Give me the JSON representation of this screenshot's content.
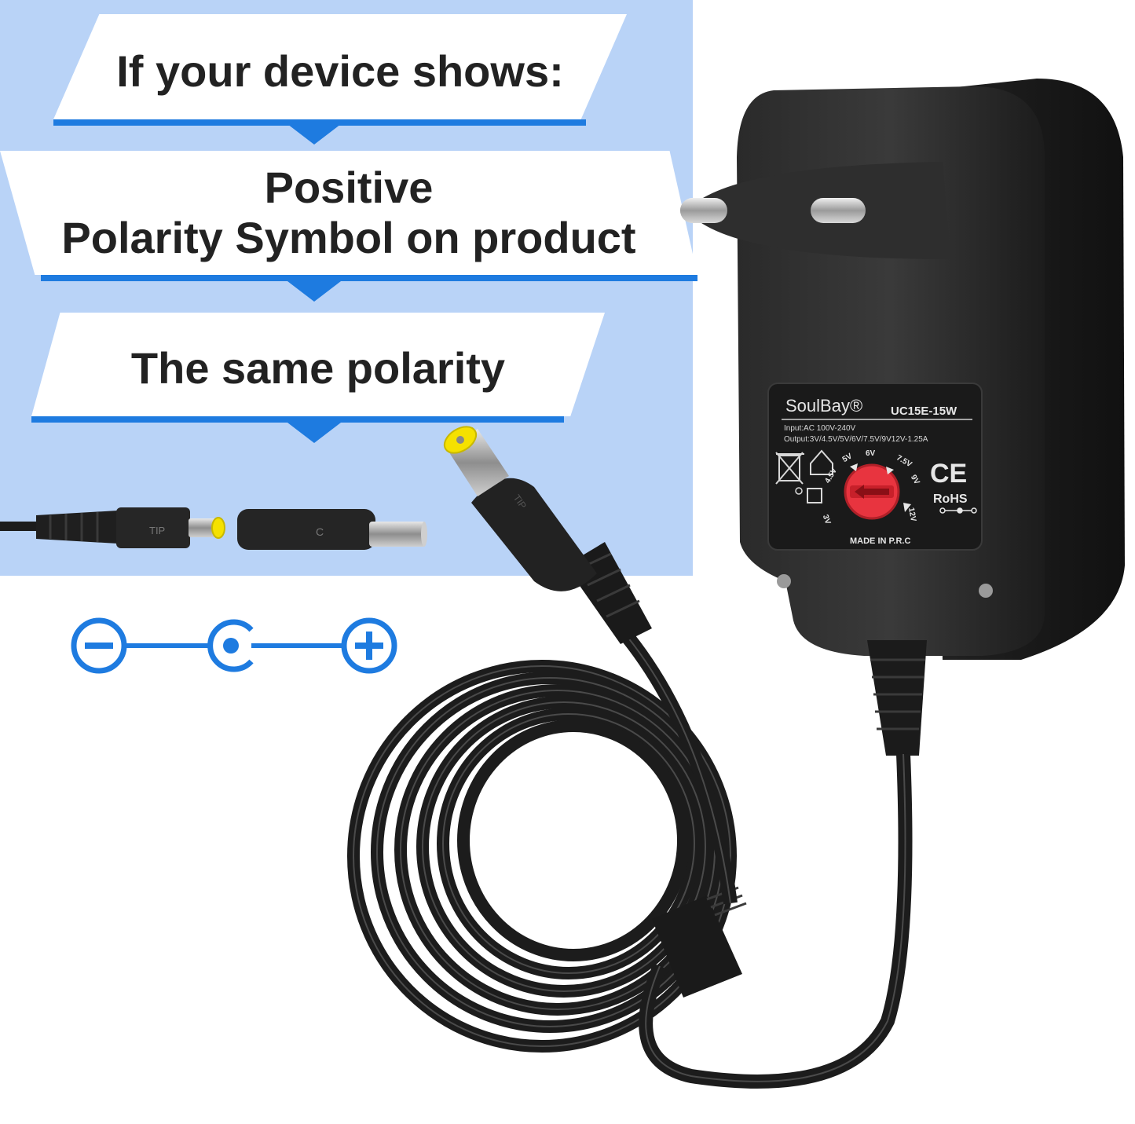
{
  "banners": {
    "b1": "If your device shows:",
    "b2_line1": "Positive",
    "b2_line2": "Polarity Symbol on product",
    "b3": "The same polarity"
  },
  "plug_markings": {
    "tip1": "TIP",
    "tip2": "TIP",
    "center": "C"
  },
  "label": {
    "brand": "SoulBay®",
    "model": "UC15E-15W",
    "input": "Input:AC 100V-240V",
    "output": "Output:3V/4.5V/5V/6V/7.5V/9V12V-1.25A",
    "voltages": [
      "3V",
      "4.5V",
      "5V",
      "6V",
      "7.5V",
      "9V",
      "12V"
    ],
    "ce": "CE",
    "rohs": "RoHS",
    "made_in": "MADE IN P.R.C"
  },
  "colors": {
    "panel_blue": "#b9d3f7",
    "accent_blue": "#1e7be0",
    "dial_red": "#e8343f",
    "plug_yellow": "#f5e100"
  }
}
